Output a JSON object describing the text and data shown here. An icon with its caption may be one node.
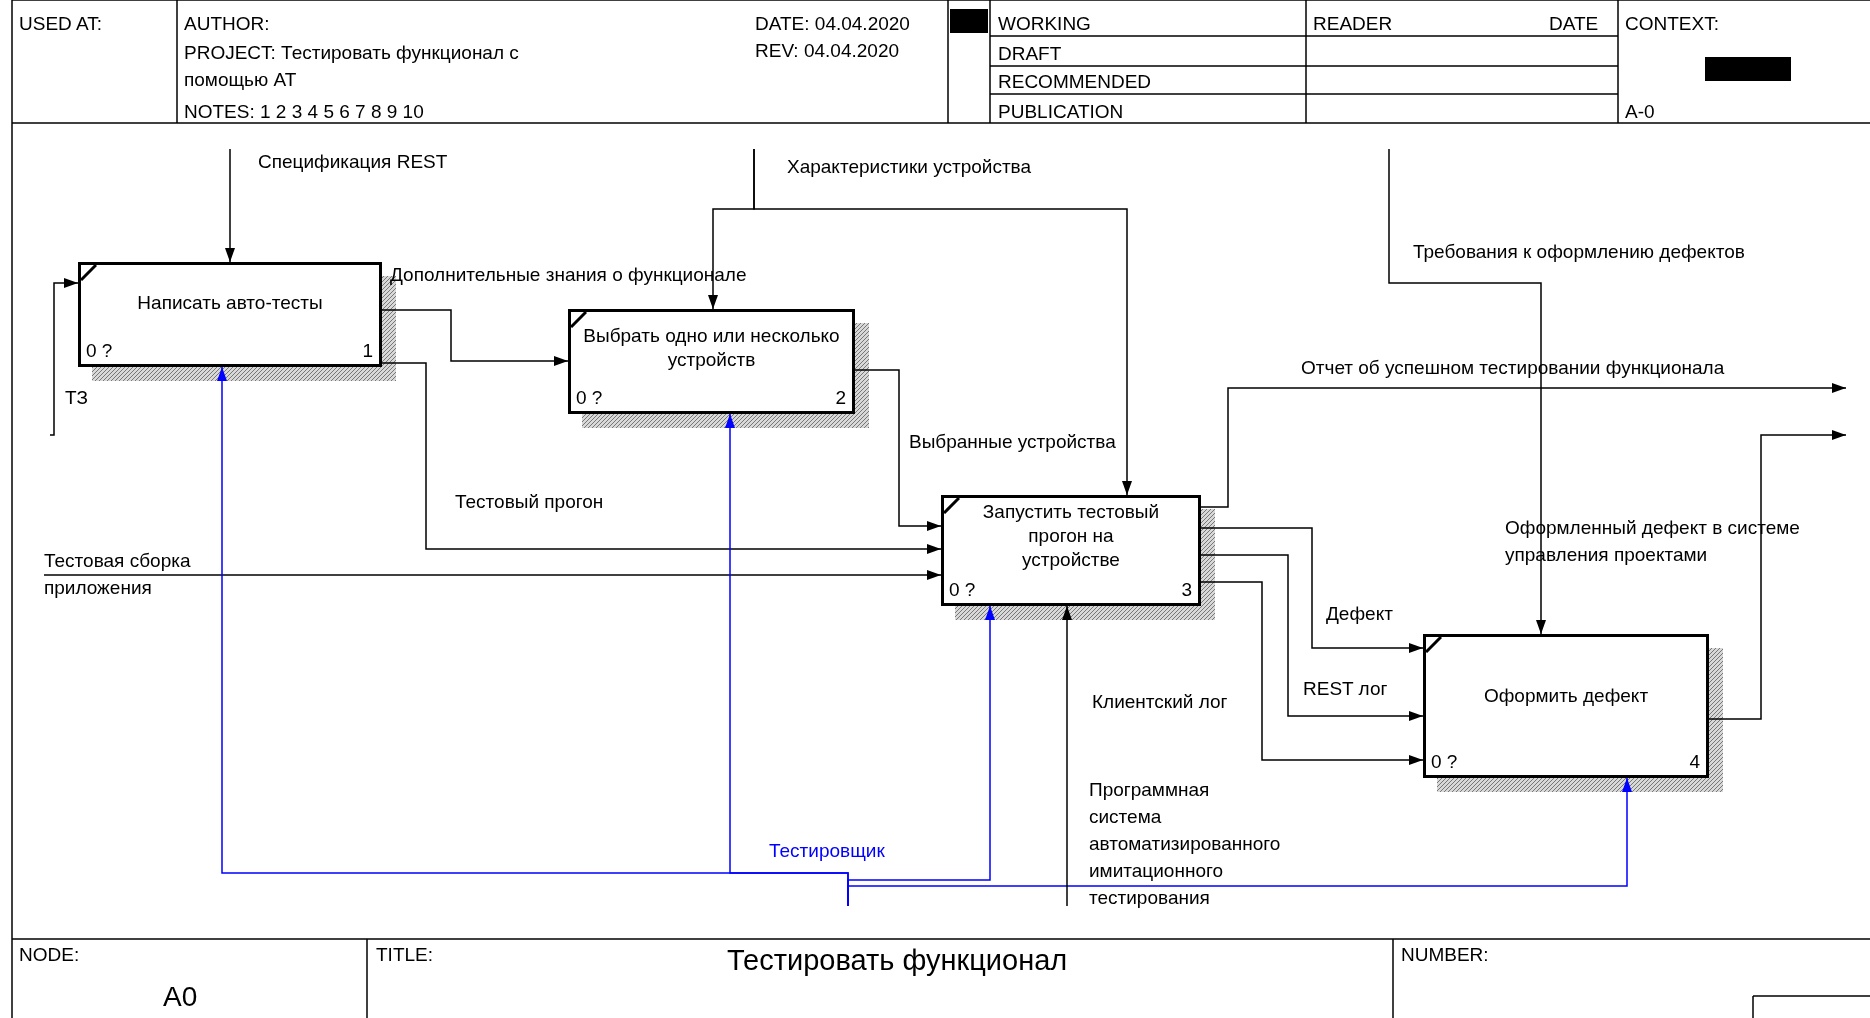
{
  "diagram": {
    "title": "Тестировать функционал",
    "nodes": [
      {
        "text": [],
        "shape": "box"
      },
      {
        "text": [],
        "shape": "box"
      },
      {
        "text": [
          "Написать авто-тесты",
          "0 ?",
          "1"
        ]
      },
      {
        "text": [
          "Выбрать одно или несколько устройств",
          "0 ?",
          "2"
        ]
      },
      {
        "text": [
          "Запустить тестовый прогон на устройстве",
          "0 ?",
          "3"
        ]
      },
      {
        "text": [
          "Оформить дефект",
          "0 ?",
          "4"
        ]
      }
    ],
    "edges": [
      {
        "from": null,
        "to": 2,
        "arrow": "to",
        "label": "Спецификация REST"
      },
      {
        "from": null,
        "to": 3,
        "arrow": "to",
        "label": "Характеристики устройства"
      },
      {
        "from": null,
        "to": 4,
        "arrow": "to"
      },
      {
        "from": 2,
        "to": 3,
        "arrow": "to",
        "label": "Дополнительные знания о функционале"
      },
      {
        "from": 2,
        "to": 4,
        "arrow": "to",
        "label": "Тестовый прогон"
      },
      {
        "from": 3,
        "to": 4,
        "arrow": "to",
        "label": "Выбранные устройства"
      },
      {
        "from": null,
        "to": 4,
        "arrow": "to",
        "label": "Тестовая сборка приложения"
      },
      {
        "from": null,
        "to": 2,
        "arrow": "to",
        "label": "ТЗ"
      },
      {
        "from": 4,
        "to": 5,
        "arrow": "to",
        "label": "Дефект"
      },
      {
        "from": 4,
        "to": 5,
        "arrow": "to",
        "label": "REST лог"
      },
      {
        "from": 4,
        "to": 5,
        "arrow": "to",
        "label": "Клиентский лог"
      },
      {
        "from": 4,
        "to": null,
        "arrow": "to",
        "label": "Отчет об успешном тестировании функционала"
      },
      {
        "from": null,
        "to": 5,
        "arrow": "to",
        "label": "Требования к оформлению дефектов"
      },
      {
        "from": 5,
        "to": null,
        "arrow": "to",
        "label": "Оформленный дефект в системе управления проектами"
      },
      {
        "from": null,
        "to": 2,
        "arrow": "to",
        "label": "Тестировщик",
        "color": "#0000ff"
      },
      {
        "from": null,
        "to": 3,
        "arrow": "to",
        "color": "#0000ff"
      },
      {
        "from": null,
        "to": 4,
        "arrow": "to",
        "color": "#0000ff"
      },
      {
        "from": null,
        "to": 5,
        "arrow": "to",
        "color": "#0000ff"
      },
      {
        "from": null,
        "to": 4,
        "arrow": "to",
        "label": "Программная система автоматизированного имитационного тестирования"
      }
    ],
    "labels": [
      "USED AT:",
      "AUTHOR:",
      "DATE: 04.04.2020",
      "WORKING",
      "READER",
      "DATE",
      "CONTEXT:",
      "PROJECT: Тестировать функционал с помощью AT",
      "REV: 04.04.2020",
      "DRAFT",
      "RECOMMENDED",
      "NOTES: 1 2 3 4 5 6 7 8 9 10",
      "PUBLICATION",
      "A-0",
      "NODE:",
      "A0",
      "TITLE:",
      "NUMBER:"
    ]
  }
}
